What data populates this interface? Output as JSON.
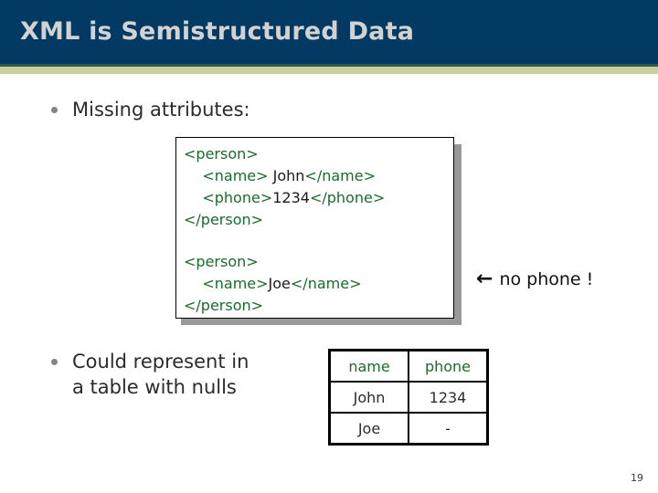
{
  "slide": {
    "title": "XML is Semistructured Data",
    "page_number": "19",
    "colors": {
      "title_band": "#033A63",
      "title_text": "#d2d2d2",
      "rule_green": "#2a5c4e",
      "rule_khaki": "#cbcfa0",
      "tag_green": "#1a6b2a",
      "body_text": "#2b2b2b",
      "bullet_gray": "#848484",
      "shadow_gray": "#999999"
    }
  },
  "bullets": [
    {
      "id": "missing-attributes",
      "label": "Missing attributes:"
    },
    {
      "id": "table-with-nulls",
      "label": "Could represent in\na table with nulls"
    }
  ],
  "code_block": {
    "snippet_1": [
      {
        "indent": "",
        "parts": [
          {
            "text": "<person>",
            "kind": "tag"
          }
        ]
      },
      {
        "indent": "    ",
        "parts": [
          {
            "text": "<name>",
            "kind": "tag"
          },
          {
            "text": " John",
            "kind": "val"
          },
          {
            "text": "</name>",
            "kind": "tag"
          }
        ]
      },
      {
        "indent": "    ",
        "parts": [
          {
            "text": "<phone>",
            "kind": "tag"
          },
          {
            "text": "1234",
            "kind": "val"
          },
          {
            "text": "</phone>",
            "kind": "tag"
          }
        ]
      },
      {
        "indent": "",
        "parts": [
          {
            "text": "</person>",
            "kind": "tag"
          }
        ]
      }
    ],
    "snippet_2": [
      {
        "indent": "",
        "parts": [
          {
            "text": "<person>",
            "kind": "tag"
          }
        ]
      },
      {
        "indent": "    ",
        "parts": [
          {
            "text": "<name>",
            "kind": "tag"
          },
          {
            "text": "Joe",
            "kind": "val"
          },
          {
            "text": "</name>",
            "kind": "tag"
          }
        ]
      },
      {
        "indent": "",
        "parts": [
          {
            "text": "</person>",
            "kind": "tag"
          }
        ]
      }
    ]
  },
  "annotation": {
    "arrow_icon": "left-arrow-icon",
    "arrow_glyph": "←",
    "text": "no phone !"
  },
  "null_table": {
    "headers": [
      "name",
      "phone"
    ],
    "rows": [
      [
        "John",
        "1234"
      ],
      [
        "Joe",
        "-"
      ]
    ]
  }
}
